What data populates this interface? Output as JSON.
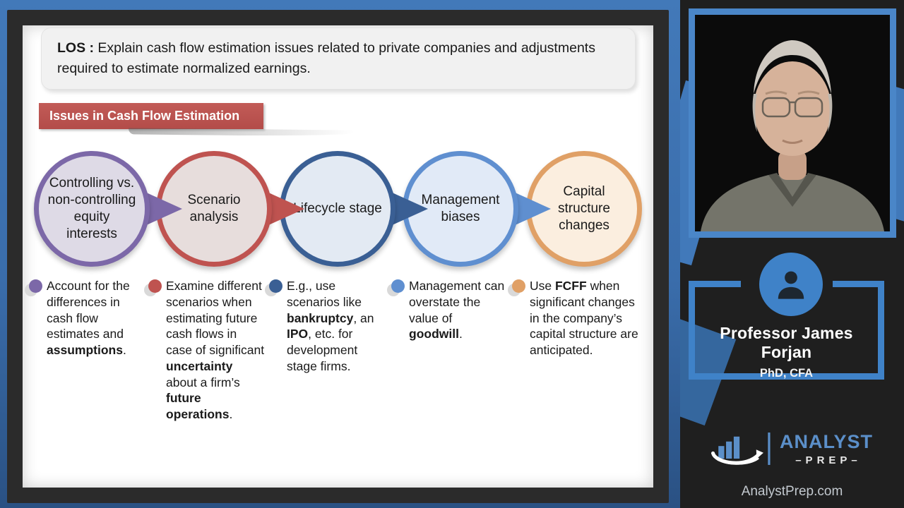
{
  "slide": {
    "los_label": "LOS :",
    "los_text": "Explain cash flow estimation issues related to private companies and adjustments required to estimate normalized earnings.",
    "banner": "Issues in Cash Flow Estimation",
    "items": [
      {
        "title": "Controlling vs. non-controlling equity interests",
        "border": "#7c68a8",
        "fill": "#dedae6",
        "note": [
          {
            "t": "Account for the differences in cash flow estimates and "
          },
          {
            "t": "assumptions",
            "b": true
          },
          {
            "t": "."
          }
        ]
      },
      {
        "title": "Scenario analysis",
        "border": "#bf5350",
        "fill": "#e7dddc",
        "note": [
          {
            "t": "Examine different scenarios when estimating future cash flows in case of significant "
          },
          {
            "t": "uncertainty",
            "b": true
          },
          {
            "t": " about a firm’s "
          },
          {
            "t": "future operations",
            "b": true
          },
          {
            "t": "."
          }
        ]
      },
      {
        "title": "Lifecycle stage",
        "border": "#3a5f94",
        "fill": "#e3eaf3",
        "note": [
          {
            "t": "E.g., use scenarios like "
          },
          {
            "t": "bankruptcy",
            "b": true
          },
          {
            "t": ", an "
          },
          {
            "t": "IPO",
            "b": true
          },
          {
            "t": ", etc. for development stage firms."
          }
        ]
      },
      {
        "title": "Management biases",
        "border": "#5f8fd0",
        "fill": "#e1eaf7",
        "note": [
          {
            "t": "Management can overstate the value of "
          },
          {
            "t": "goodwill",
            "b": true
          },
          {
            "t": "."
          }
        ]
      },
      {
        "title": "Capital structure changes",
        "border": "#e0a066",
        "fill": "#fbeedf",
        "note": [
          {
            "t": "Use "
          },
          {
            "t": "FCFF",
            "b": true
          },
          {
            "t": " when significant changes in the company’s capital structure are anticipated."
          }
        ]
      }
    ]
  },
  "sidebar": {
    "professor_name": "Professor James Forjan",
    "professor_credentials": "PhD, CFA",
    "brand_line1": "ANALYST",
    "brand_line2": "–PREP–",
    "website": "AnalystPrep.com"
  },
  "colors": {
    "banner_bg": "#b9524e",
    "accent_blue": "#4a86c8",
    "frame_dark": "#2b2b2b",
    "sidebar_bg": "#1f1f1f"
  }
}
